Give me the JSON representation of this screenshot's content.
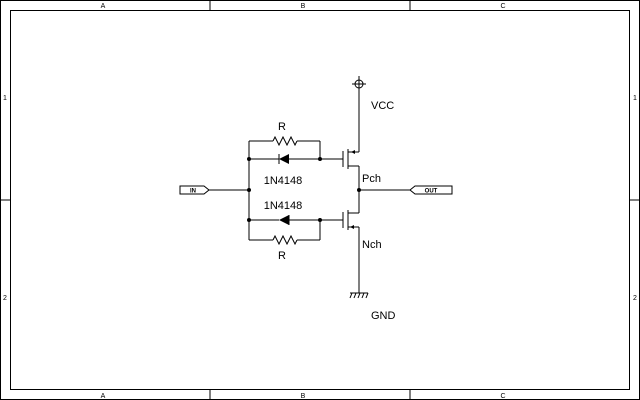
{
  "frame": {
    "zones_top": [
      "A",
      "B",
      "C"
    ],
    "zones_bottom": [
      "A",
      "B",
      "C"
    ],
    "zones_left": [
      "1",
      "2"
    ],
    "zones_right": [
      "1",
      "2"
    ]
  },
  "labels": {
    "vcc": "VCC",
    "gnd": "GND",
    "pch": "Pch",
    "nch": "Nch",
    "r_top": "R",
    "r_bottom": "R",
    "diode_top": "1N4148",
    "diode_bottom": "1N4148"
  },
  "ports": {
    "in": "IN",
    "out": "OUT"
  }
}
